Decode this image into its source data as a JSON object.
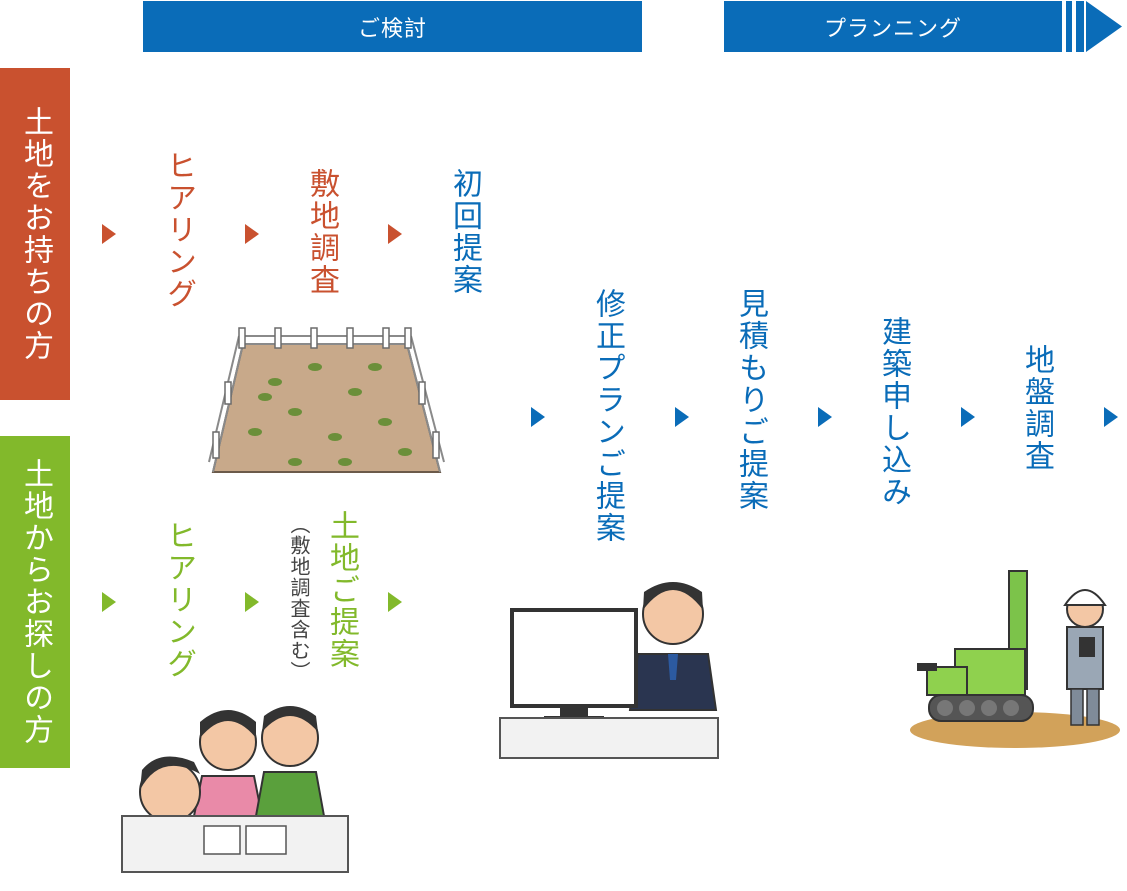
{
  "colors": {
    "blue": "#0a6cb8",
    "red": "#c9512f",
    "green": "#82b92b"
  },
  "phases": {
    "consider": "ご検討",
    "planning": "プランニング"
  },
  "rows": {
    "with_land": "土地をお持ちの方",
    "searching_land": "土地からお探しの方"
  },
  "steps_with_land": [
    "ヒアリング",
    "敷地調査",
    "初回提案"
  ],
  "steps_searching": [
    "ヒアリング",
    "土地ご提案",
    "（敷地調査含む）"
  ],
  "steps_common": [
    "修正プランご提案",
    "見積もりご提案",
    "建築申し込み",
    "地盤調査"
  ],
  "icons": {
    "land": "fenced-land-plot-illustration",
    "hearing": "consultation-meeting-illustration",
    "presentation": "computer-presentation-illustration",
    "survey": "ground-survey-machine-illustration"
  }
}
